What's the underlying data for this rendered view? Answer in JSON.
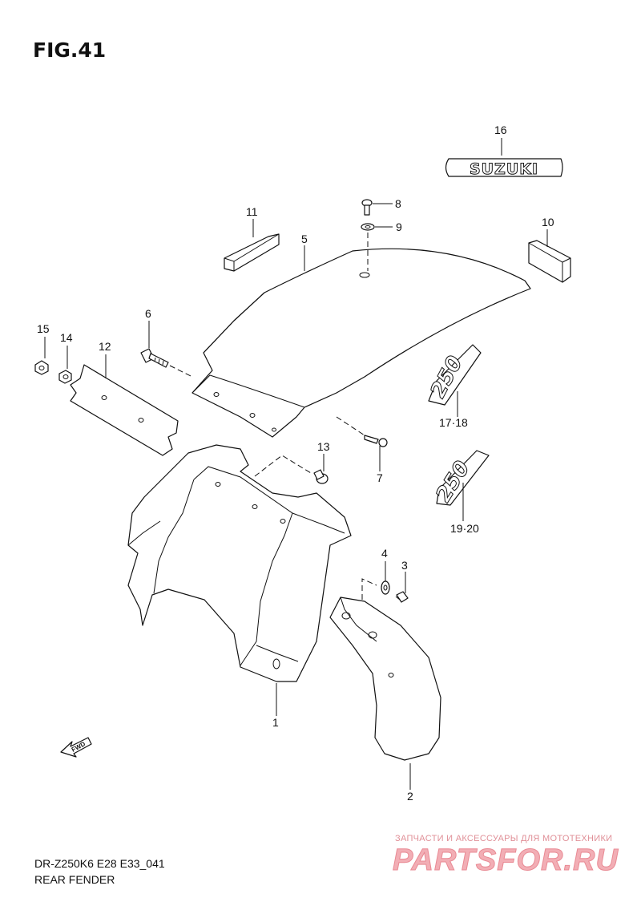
{
  "figure": {
    "title": "FIG.41"
  },
  "parts": [
    {
      "number": "1"
    },
    {
      "number": "2"
    },
    {
      "number": "3"
    },
    {
      "number": "4"
    },
    {
      "number": "5"
    },
    {
      "number": "6"
    },
    {
      "number": "7"
    },
    {
      "number": "8"
    },
    {
      "number": "9"
    },
    {
      "number": "10"
    },
    {
      "number": "11"
    },
    {
      "number": "12"
    },
    {
      "number": "13"
    },
    {
      "number": "14"
    },
    {
      "number": "15"
    },
    {
      "number": "16"
    },
    {
      "number": "17·18"
    },
    {
      "number": "19·20"
    }
  ],
  "emblem_text": "SUZUKI",
  "number_decal_text": "250",
  "direction_label": "FWD",
  "footer": {
    "model_code": "DR-Z250K6 E28 E33_041",
    "section_name": "REAR FENDER"
  },
  "watermark": {
    "tagline": "ЗАПЧАСТИ И АКСЕССУАРЫ ДЛЯ МОТОТЕХНИКИ",
    "brand": "PARTSFOR.RU"
  }
}
